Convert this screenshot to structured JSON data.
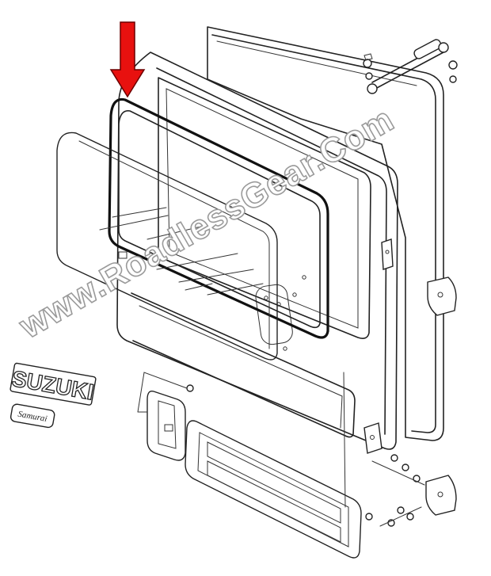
{
  "watermark": {
    "text": "www.RoadlessGear.Com"
  },
  "emblems": {
    "brand": "SUZUKI",
    "model": "Samurai"
  },
  "indicator": {
    "color": "#e8110f",
    "stroke": "#6b0000",
    "direction": "down"
  },
  "colors": {
    "line": "#222222",
    "background": "#ffffff",
    "watermark_stroke": "#9a9a9a"
  }
}
